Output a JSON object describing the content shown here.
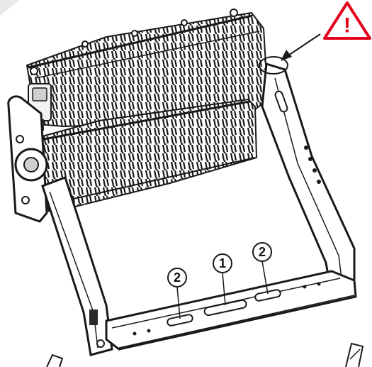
{
  "colors": {
    "line": "#1a1a1a",
    "fill_light": "#f2f2f2",
    "fill_mid": "#cfcfcf",
    "fill_dark": "#2b2b2b",
    "warning_stroke": "#e3001b",
    "warning_fill": "#ffffff"
  },
  "warning": {
    "symbol": "!",
    "icon": "warning-triangle-icon"
  },
  "callouts": [
    {
      "label": "1",
      "target": "center-slot"
    },
    {
      "label": "2",
      "target": "left-slot"
    },
    {
      "label": "2",
      "target": "right-slot"
    }
  ]
}
